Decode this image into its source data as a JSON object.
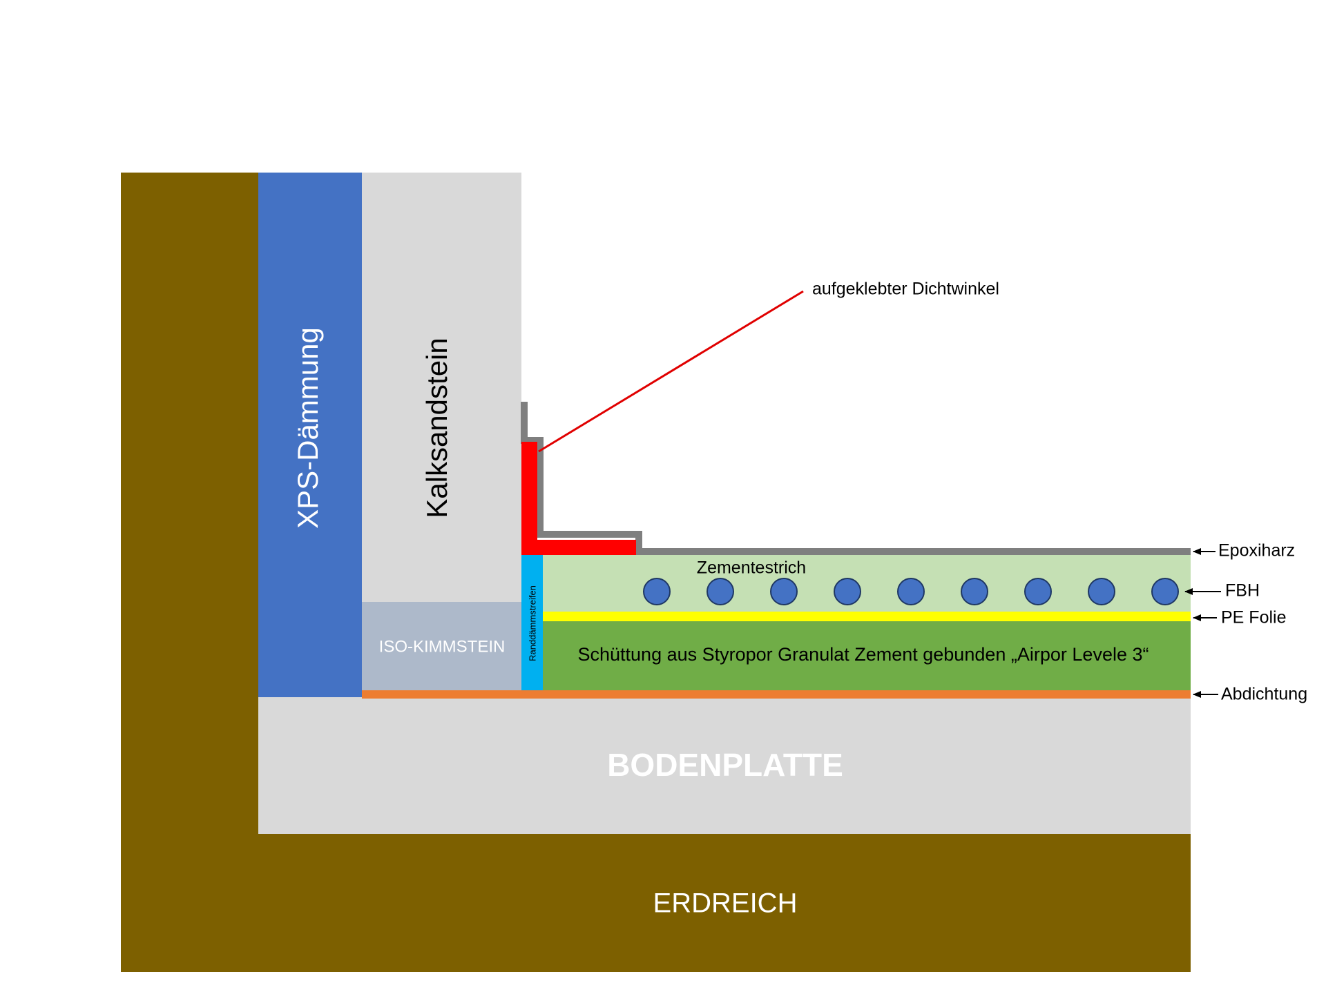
{
  "colors": {
    "erdreich": "#7d6000",
    "xps": "#4472c4",
    "kalksandstein": "#d9d9d9",
    "iso_kimmstein": "#adb9ca",
    "randdaemmstreifen": "#00b0f0",
    "zementestrich": "#c5e0b4",
    "fbh_pipe": "#4472c4",
    "pe_folie": "#ffff00",
    "schuettung": "#70ad47",
    "abdichtung": "#ed7d31",
    "epoxiharz": "#7f7f7f",
    "dichtwinkel": "#ff0000",
    "leader_line": "#e00000",
    "bodenplatte": "#d9d9d9",
    "label_dark": "#000000",
    "label_light": "#ffffff"
  },
  "layers": {
    "xps": "XPS-Dämmung",
    "kalksandstein": "Kalksandstein",
    "iso_kimmstein": "ISO-KIMMSTEIN",
    "randdaemmstreifen": "Randdämmstreifen",
    "zementestrich": "Zementestrich",
    "schuettung": "Schüttung aus Styropor Granulat Zement gebunden „Airpor Levele 3“",
    "bodenplatte": "BODENPLATTE",
    "erdreich": "ERDREICH"
  },
  "callouts": {
    "dichtwinkel": "aufgeklebter Dichtwinkel",
    "epoxiharz": "Epoxiharz",
    "fbh": "FBH",
    "pe_folie": "PE Folie",
    "abdichtung": "Abdichtung"
  },
  "fbh_pipe_count": 9
}
